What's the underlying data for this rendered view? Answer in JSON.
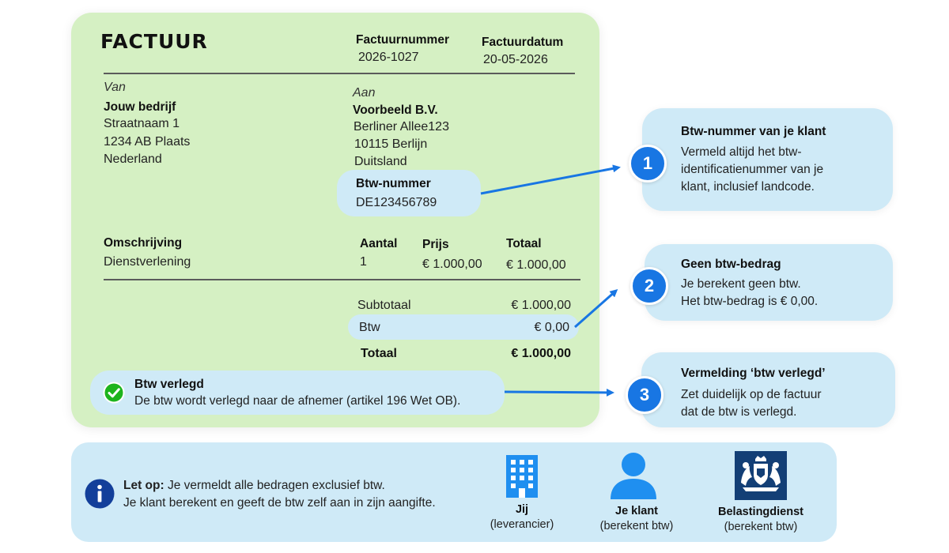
{
  "invoice": {
    "title": "FACTUUR",
    "number_label": "Factuurnummer",
    "number": "2026-1027",
    "date_label": "Factuurdatum",
    "date": "20-05-2026",
    "from": {
      "heading": "Van",
      "name": "Jouw bedrijf",
      "street": "Straatnaam 1",
      "city": "1234 AB Plaats",
      "country": "Nederland"
    },
    "to": {
      "heading": "Aan",
      "name": "Voorbeeld B.V.",
      "street": "Berliner Allee123",
      "city": "10115 Berlijn",
      "country": "Duitsland"
    },
    "vat_number_label": "Btw-nummer",
    "vat_number": "DE123456789",
    "lines": {
      "headers": {
        "description": "Omschrijving",
        "quantity": "Aantal",
        "price": "Prijs",
        "total": "Totaal"
      },
      "rows": [
        {
          "description": "Dienstverlening",
          "quantity": "1",
          "price": "€ 1.000,00",
          "total": "€ 1.000,00"
        }
      ]
    },
    "totals": {
      "subtotal_label": "Subtotaal",
      "subtotal": "€ 1.000,00",
      "vat_label": "Btw",
      "vat": "€ 0,00",
      "total_label": "Totaal",
      "total": "€ 1.000,00"
    },
    "reverse_charge": {
      "title": "Btw verlegd",
      "text": "De btw wordt verlegd naar de afnemer (artikel 196 Wet OB)."
    }
  },
  "callouts": [
    {
      "number": "1",
      "title": "Btw-nummer van je klant",
      "lines": [
        "Vermeld altijd het btw-",
        "identificatienummer van je",
        "klant, inclusief landcode."
      ]
    },
    {
      "number": "2",
      "title": "Geen btw-bedrag",
      "lines": [
        "Je berekent geen btw.",
        "Het btw-bedrag is € 0,00."
      ]
    },
    {
      "number": "3",
      "title": "Vermelding ‘btw verlegd’",
      "lines": [
        "Zet duidelijk op de factuur",
        "dat de btw is verlegd."
      ]
    }
  ],
  "note": {
    "lead": "Let op:",
    "line1": " Je vermeldt alle bedragen exclusief btw.",
    "line2": "Je klant berekent en geeft de btw zelf aan in zijn aangifte."
  },
  "roles": [
    {
      "name": "Jij",
      "sub": "(leverancier)",
      "icon": "building-icon"
    },
    {
      "name": "Je klant",
      "sub": "(berekent btw)",
      "icon": "person-icon"
    },
    {
      "name": "Belastingdienst",
      "sub": "(berekent btw)",
      "icon": "coat-of-arms-icon"
    }
  ],
  "colors": {
    "invoice_bg": "#d5f0c3",
    "callout_bg": "#cfeaf7",
    "accent_blue": "#1876e3",
    "check_green": "#1db41d",
    "belastingdienst_navy": "#133f76"
  }
}
